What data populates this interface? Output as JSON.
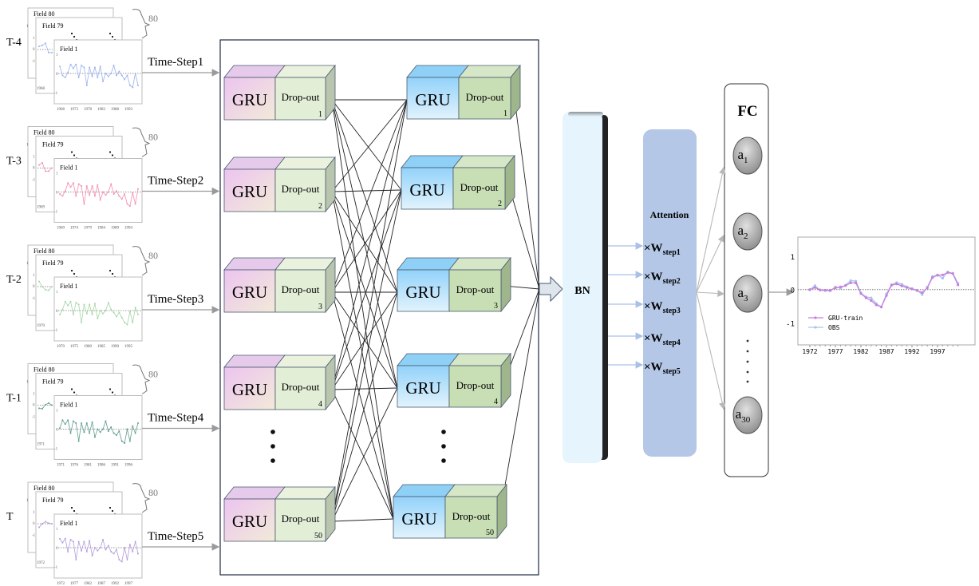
{
  "inputs": [
    {
      "time_label": "T-4",
      "step_label": "Time-Step1",
      "count": "80",
      "color": "#9bb3ec",
      "fields": [
        "Field 80",
        "Field 79",
        "Field 1"
      ],
      "back_year": "1968",
      "years": [
        "1968",
        "1973",
        "1978",
        "1983",
        "1988",
        "1993"
      ],
      "series": [
        0.35,
        -0.1,
        -0.2,
        0.05,
        0.45,
        0.25,
        0.45,
        -0.2,
        0.4,
        0.3,
        -0.6,
        0.3,
        -0.15,
        0.3,
        -0.2,
        0.35,
        -0.4,
        0,
        -0.15,
        0,
        0.4,
        -0.1,
        0.1,
        -0.1,
        -0.3,
        -0.1,
        -0.6,
        -0.7,
        0,
        -0.6
      ],
      "back_series": [
        0.3,
        0.4,
        0.6,
        -0.3,
        -0.3
      ]
    },
    {
      "time_label": "T-3",
      "step_label": "Time-Step2",
      "count": "80",
      "color": "#f48fb1",
      "fields": [
        "Field 80",
        "Field 79",
        "Field 1"
      ],
      "back_year": "1969",
      "years": [
        "1969",
        "1974",
        "1979",
        "1984",
        "1989",
        "1994"
      ],
      "series": [
        -0.1,
        -0.2,
        0.05,
        0.45,
        0.25,
        0.45,
        -0.2,
        0.4,
        0.3,
        -0.6,
        0.3,
        -0.15,
        0.3,
        -0.2,
        0.35,
        -0.4,
        0,
        -0.15,
        0,
        0.4,
        -0.1,
        0.05,
        -0.2,
        -0.35,
        -0.1,
        -0.6,
        -0.7,
        -0.05,
        -0.6,
        0.15
      ],
      "back_series": [
        0.3,
        0.5,
        -0.3,
        -0.3,
        0
      ]
    },
    {
      "time_label": "T-2",
      "step_label": "Time-Step3",
      "count": "80",
      "color": "#a5d6a7",
      "fields": [
        "Field 80",
        "Field 79",
        "Field 1"
      ],
      "back_year": "1970",
      "years": [
        "1970",
        "1975",
        "1980",
        "1985",
        "1990",
        "1995"
      ],
      "series": [
        -0.2,
        0.05,
        0.45,
        0.25,
        0.45,
        -0.2,
        0.4,
        0.3,
        -0.6,
        0.3,
        -0.15,
        0.3,
        -0.2,
        0.35,
        -0.4,
        0,
        -0.15,
        0,
        0.4,
        0.05,
        -0.1,
        -0.3,
        -0.1,
        -0.35,
        -0.6,
        -0.7,
        -0.05,
        -0.6,
        0.15,
        -0.2
      ],
      "back_series": [
        0.5,
        0,
        -0.3,
        -0.35,
        0
      ]
    },
    {
      "time_label": "T-1",
      "step_label": "Time-Step4",
      "count": "80",
      "color": "#5f9e8f",
      "fields": [
        "Field 80",
        "Field 79",
        "Field 1"
      ],
      "back_year": "1971",
      "years": [
        "1971",
        "1976",
        "1981",
        "1986",
        "1991",
        "1996"
      ],
      "series": [
        0.05,
        0.45,
        0.25,
        0.45,
        -0.2,
        0.4,
        0.3,
        -0.6,
        0.3,
        -0.15,
        0.3,
        -0.2,
        0.35,
        -0.4,
        0,
        -0.15,
        0,
        0.4,
        -0.1,
        0.1,
        -0.2,
        -0.3,
        -0.1,
        -0.6,
        -0.7,
        0,
        -0.6,
        0.15,
        -0.2,
        0.3
      ],
      "back_series": [
        -0.3,
        -0.35,
        0.05,
        0.2,
        0
      ]
    },
    {
      "time_label": "T",
      "step_label": "Time-Step5",
      "count": "80",
      "color": "#b39ddb",
      "fields": [
        "Field 80",
        "Field 79",
        "Field 1"
      ],
      "back_year": "1972",
      "years": [
        "1972",
        "1977",
        "1982",
        "1987",
        "1992",
        "1997"
      ],
      "series": [
        0.45,
        0.25,
        0.45,
        -0.2,
        0.4,
        0.3,
        -0.6,
        0.3,
        -0.15,
        0.3,
        -0.2,
        0.35,
        -0.4,
        0,
        -0.15,
        0,
        0.4,
        -0.1,
        0.1,
        -0.2,
        -0.3,
        -0.1,
        -0.6,
        -0.7,
        0,
        -0.6,
        0.15,
        -0.2,
        0.3,
        -0.3
      ],
      "back_series": [
        -0.35,
        0,
        0.2,
        0.05,
        0
      ]
    }
  ],
  "panel_y_ticks": [
    "1",
    "0",
    "-1"
  ],
  "gru_layer1": {
    "gru_label": "GRU",
    "dropout_label": "Drop-out",
    "indices": [
      "1",
      "2",
      "3",
      "4",
      "50"
    ]
  },
  "gru_layer2": {
    "gru_label": "GRU",
    "dropout_label": "Drop-out",
    "indices": [
      "1",
      "2",
      "3",
      "4",
      "50"
    ]
  },
  "bn_label": "BN",
  "attention": {
    "title": "Attention",
    "weights": [
      {
        "prefix": "×W",
        "sub": "step1"
      },
      {
        "prefix": "×W",
        "sub": "step2"
      },
      {
        "prefix": "×W",
        "sub": "step3"
      },
      {
        "prefix": "×W",
        "sub": "step4"
      },
      {
        "prefix": "×W",
        "sub": "step5"
      }
    ]
  },
  "fc": {
    "title": "FC",
    "nodes": [
      {
        "base": "a",
        "sub": "1"
      },
      {
        "base": "a",
        "sub": "2"
      },
      {
        "base": "a",
        "sub": "3"
      },
      {
        "base": "a",
        "sub": "30"
      }
    ]
  },
  "colors": {
    "gru1": "#ecc8ef",
    "dropout1": "#e3eed7",
    "gru2": "#99d6fb",
    "dropout2": "#c8deb4",
    "bn": "#e6f4fd",
    "attention": "#b4c7e7",
    "fc_node": "#9a9a9a"
  },
  "chart_data": {
    "type": "line",
    "x": [
      1972,
      1973,
      1974,
      1975,
      1976,
      1977,
      1978,
      1979,
      1980,
      1981,
      1982,
      1983,
      1984,
      1985,
      1986,
      1987,
      1988,
      1989,
      1990,
      1991,
      1992,
      1993,
      1994,
      1995,
      1996,
      1997,
      1998,
      1999,
      2000,
      2001
    ],
    "series": [
      {
        "name": "GRU-train",
        "color": "#c77fdc",
        "values": [
          0,
          0.06,
          -0.01,
          -0.02,
          -0.02,
          0.05,
          0.08,
          0.12,
          0.2,
          0.2,
          -0.12,
          -0.25,
          -0.33,
          -0.46,
          -0.52,
          -0.18,
          0.13,
          0.17,
          0.11,
          0.06,
          0.02,
          -0.03,
          -0.09,
          0.05,
          0.36,
          0.43,
          0.44,
          0.51,
          0.48,
          0.14
        ]
      },
      {
        "name": "OBS",
        "color": "#a9c3ec",
        "values": [
          -0.01,
          0.12,
          -0.02,
          -0.03,
          -0.04,
          0.08,
          0.04,
          0.13,
          0.27,
          0.25,
          -0.1,
          -0.22,
          -0.25,
          -0.42,
          -0.53,
          -0.13,
          0.15,
          0.21,
          0.16,
          0.08,
          0.03,
          -0.02,
          -0.15,
          0.07,
          0.39,
          0.44,
          0.34,
          0.53,
          0.49,
          0.19
        ]
      }
    ],
    "x_ticks": [
      "1972",
      "1977",
      "1982",
      "1987",
      "1992",
      "1997"
    ],
    "y_ticks": [
      "1",
      "0",
      "-1"
    ],
    "ylim": [
      -1.6,
      1.6
    ],
    "legend": "bottom-left",
    "zero_line": "dotted"
  }
}
